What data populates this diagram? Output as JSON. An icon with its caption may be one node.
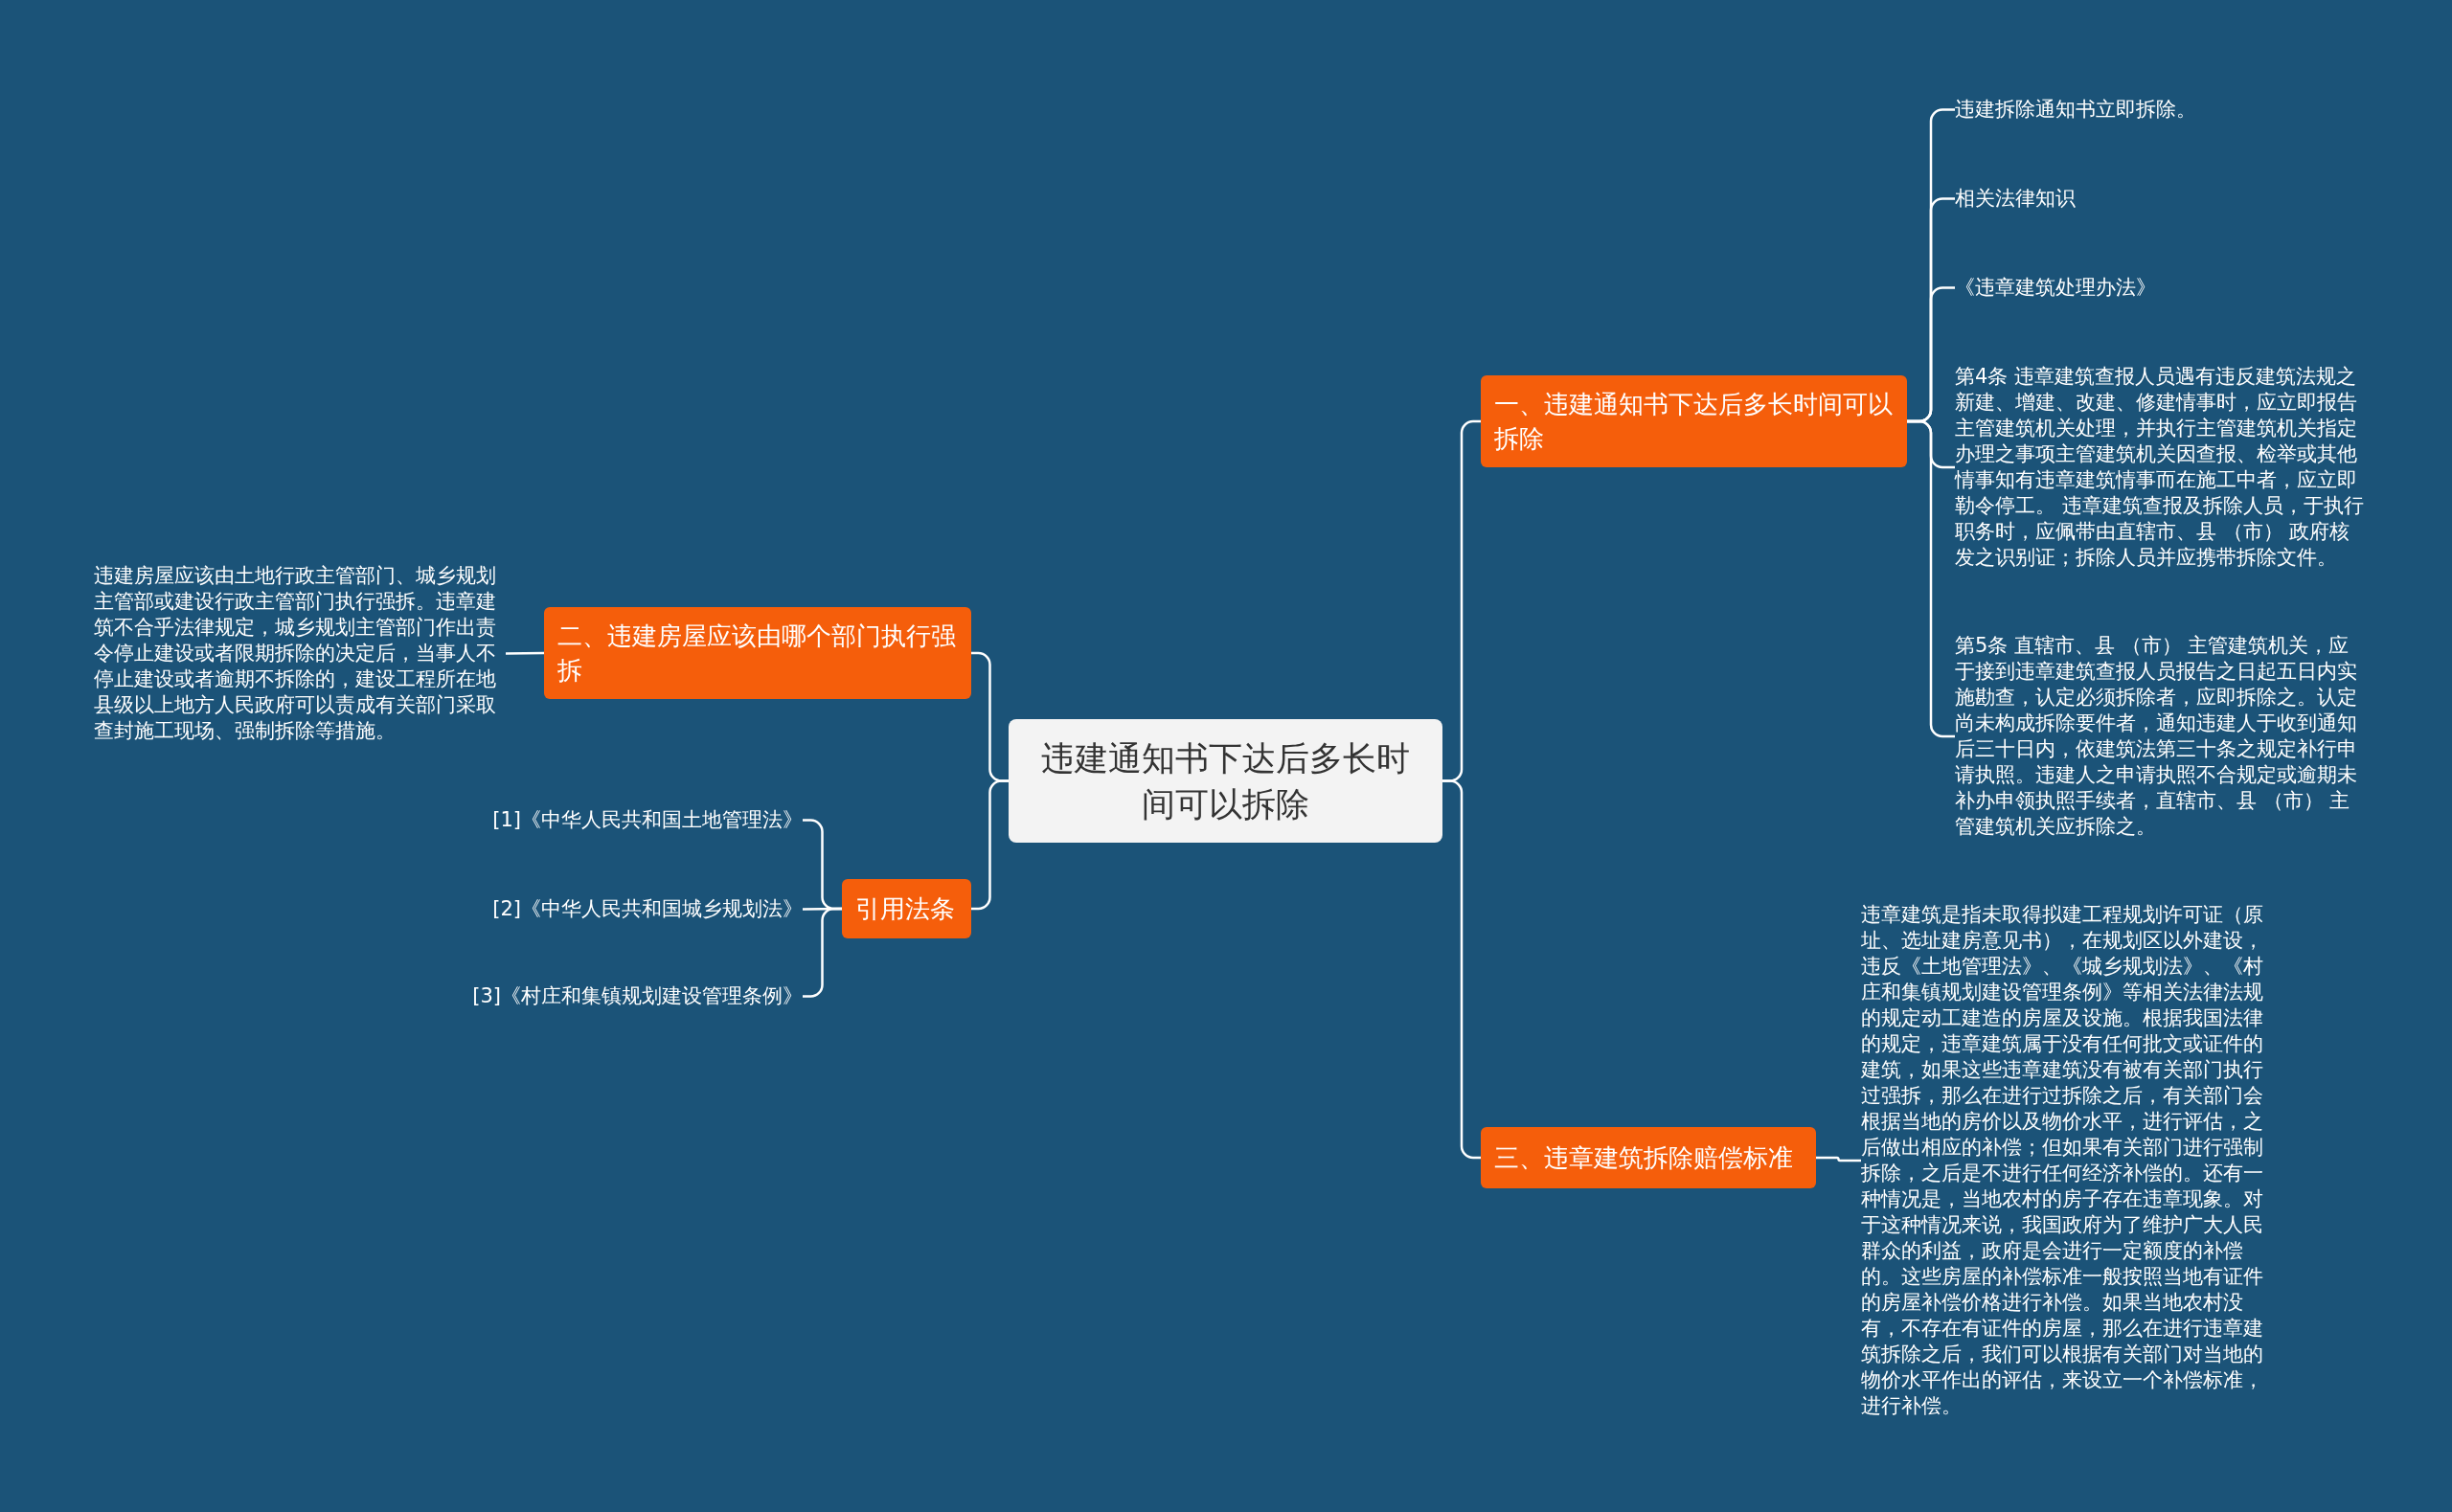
{
  "diagram": {
    "nodes": [
      {
        "text": [
          "违建通知书下达后多长时间可以拆除"
        ]
      },
      {
        "text": [
          "一、违建通知书下达后多长时间可以拆除"
        ]
      },
      {
        "text": [
          "违建拆除通知书立即拆除。"
        ]
      },
      {
        "text": [
          "相关法律知识"
        ]
      },
      {
        "text": [
          "《违章建筑处理办法》"
        ]
      },
      {
        "text": [
          "第4条 违章建筑查报人员遇有违反建筑法规之新建、增建、改建、修建情事时，应立即报告主管建筑机关处理，并执行主管建筑机关指定办理之事项主管建筑机关因查报、检举或其他情事知有违章建筑情事而在施工中者，应立即勒令停工。 违章建筑查报及拆除人员，于执行职务时，应佩带由直辖市、县 （市） 政府核发之识别证；拆除人员并应携带拆除文件。"
        ]
      },
      {
        "text": [
          "第5条 直辖市、县 （市） 主管建筑机关，应于接到违章建筑查报人员报告之日起五日内实施勘查，认定必须拆除者，应即拆除之。认定尚未构成拆除要件者，通知违建人于收到通知后三十日内，依建筑法第三十条之规定补行申请执照。违建人之申请执照不合规定或逾期未补办申领执照手续者，直辖市、县 （市） 主管建筑机关应拆除之。"
        ]
      },
      {
        "text": [
          "二、违建房屋应该由哪个部门执行强拆"
        ]
      },
      {
        "text": [
          "违建房屋应该由土地行政主管部门、城乡规划主管部或建设行政主管部门执行强拆。违章建筑不合乎法律规定，城乡规划主管部门作出责令停止建设或者限期拆除的决定后，当事人不停止建设或者逾期不拆除的，建设工程所在地县级以上地方人民政府可以责成有关部门采取查封施工现场、强制拆除等措施。"
        ]
      },
      {
        "text": [
          "引用法条"
        ]
      },
      {
        "text": [
          "[1]《中华人民共和国土地管理法》"
        ]
      },
      {
        "text": [
          "[2]《中华人民共和国城乡规划法》"
        ]
      },
      {
        "text": [
          "[3]《村庄和集镇规划建设管理条例》"
        ]
      },
      {
        "text": [
          "三、违章建筑拆除赔偿标准"
        ]
      },
      {
        "text": [
          "违章建筑是指未取得拟建工程规划许可证（原址、选址建房意见书），在规划区以外建设，违反《土地管理法》、《城乡规划法》、《村庄和集镇规划建设管理条例》等相关法律法规的规定动工建造的房屋及设施。根据我国法律的规定，违章建筑属于没有任何批文或证件的建筑，如果这些违章建筑没有被有关部门执行过强拆，那么在进行过拆除之后，有关部门会根据当地的房价以及物价水平，进行评估，之后做出相应的补偿；但如果有关部门进行强制拆除，之后是不进行任何经济补偿的。还有一种情况是，当地农村的房子存在违章现象。对于这种情况来说，我国政府为了维护广大人民群众的利益，政府是会进行一定额度的补偿的。这些房屋的补偿标准一般按照当地有证件的房屋补偿价格进行补偿。如果当地农村没有，不存在有证件的房屋，那么在进行违章建筑拆除之后，我们可以根据有关部门对当地的物价水平作出的评估，来设立一个补偿标准，进行补偿。"
        ]
      }
    ],
    "edges": [
      {
        "from": 0,
        "to": 1,
        "arrow": "none"
      },
      {
        "from": 1,
        "to": 2,
        "arrow": "none"
      },
      {
        "from": 1,
        "to": 3,
        "arrow": "none"
      },
      {
        "from": 1,
        "to": 4,
        "arrow": "none"
      },
      {
        "from": 1,
        "to": 5,
        "arrow": "none"
      },
      {
        "from": 1,
        "to": 6,
        "arrow": "none"
      },
      {
        "from": 0,
        "to": 7,
        "arrow": "none"
      },
      {
        "from": 7,
        "to": 8,
        "arrow": "none"
      },
      {
        "from": 0,
        "to": 9,
        "arrow": "none"
      },
      {
        "from": 9,
        "to": 10,
        "arrow": "none"
      },
      {
        "from": 9,
        "to": 11,
        "arrow": "none"
      },
      {
        "from": 9,
        "to": 12,
        "arrow": "none"
      },
      {
        "from": 0,
        "to": 13,
        "arrow": "none"
      },
      {
        "from": 13,
        "to": 14,
        "arrow": "none"
      }
    ]
  }
}
